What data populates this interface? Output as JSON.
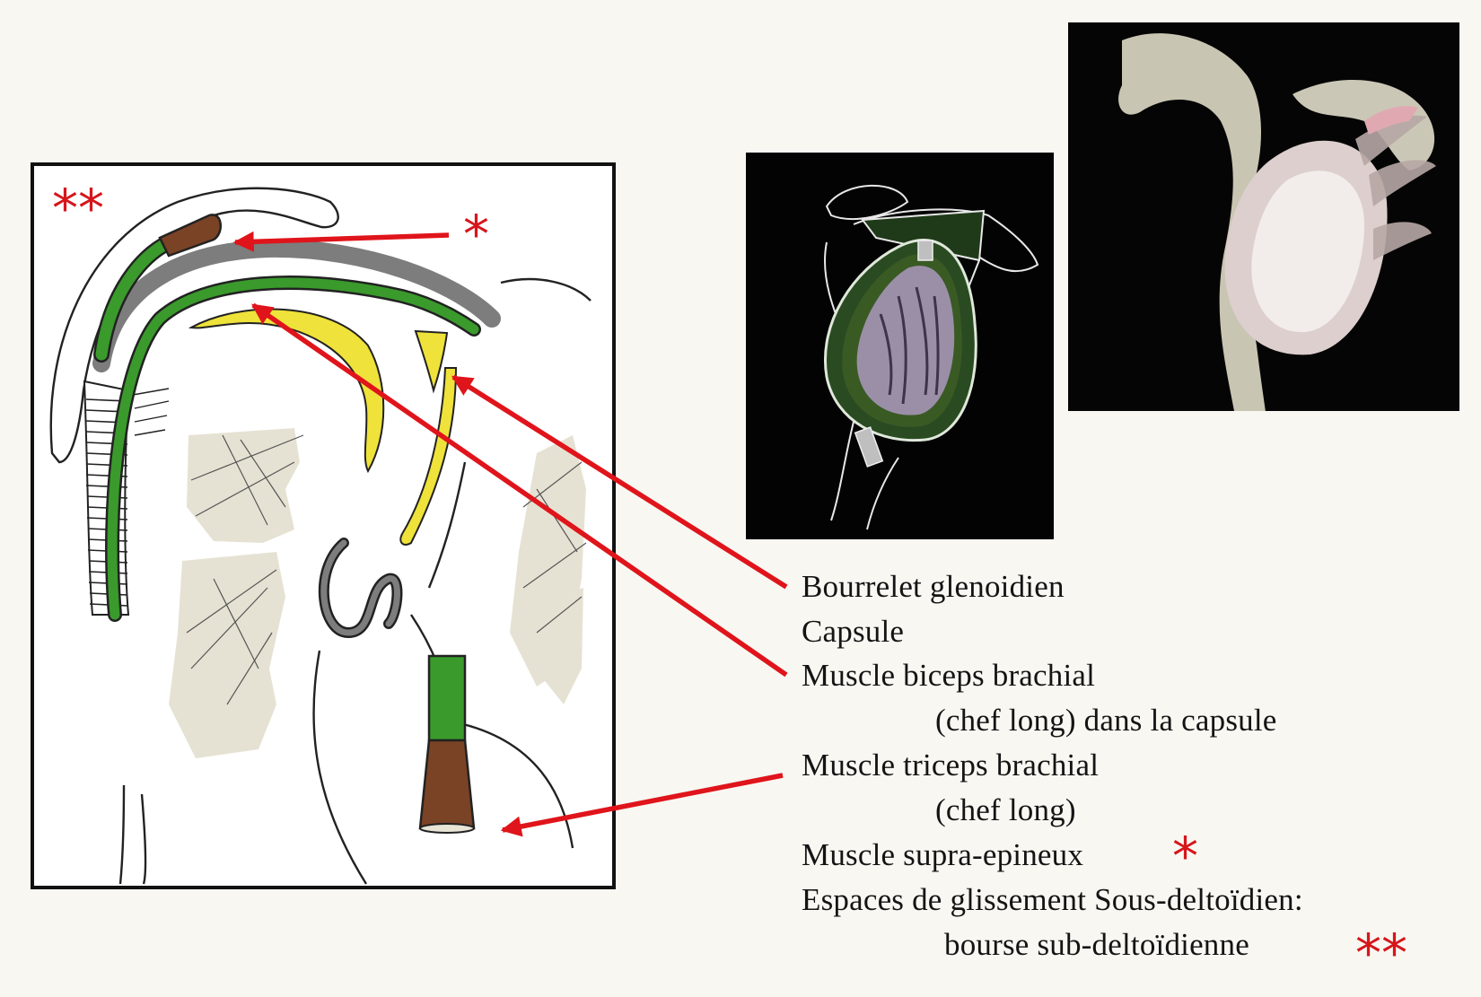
{
  "legend": {
    "bourrelet": "Bourrelet glenoidien",
    "capsule": "Capsule",
    "biceps_line1": "Muscle biceps brachial",
    "biceps_line2": "(chef long) dans la capsule",
    "triceps_line1": "Muscle triceps brachial",
    "triceps_line2": "(chef long)",
    "supra": "Muscle supra-epineux",
    "espaces": "Espaces de glissement Sous-deltoïdien:",
    "bourse": "bourse sub-deltoïdienne"
  },
  "markers": {
    "single": "*",
    "double": "**"
  },
  "colors": {
    "arrow": "#e0141b",
    "star": "#d6161b",
    "tendon_green": "#3a9a2c",
    "labrum_yellow": "#efe23a",
    "capsule_gray": "#7d7d7d",
    "muscle_brown": "#7a4326",
    "bone_beige": "#e8e5d6"
  }
}
